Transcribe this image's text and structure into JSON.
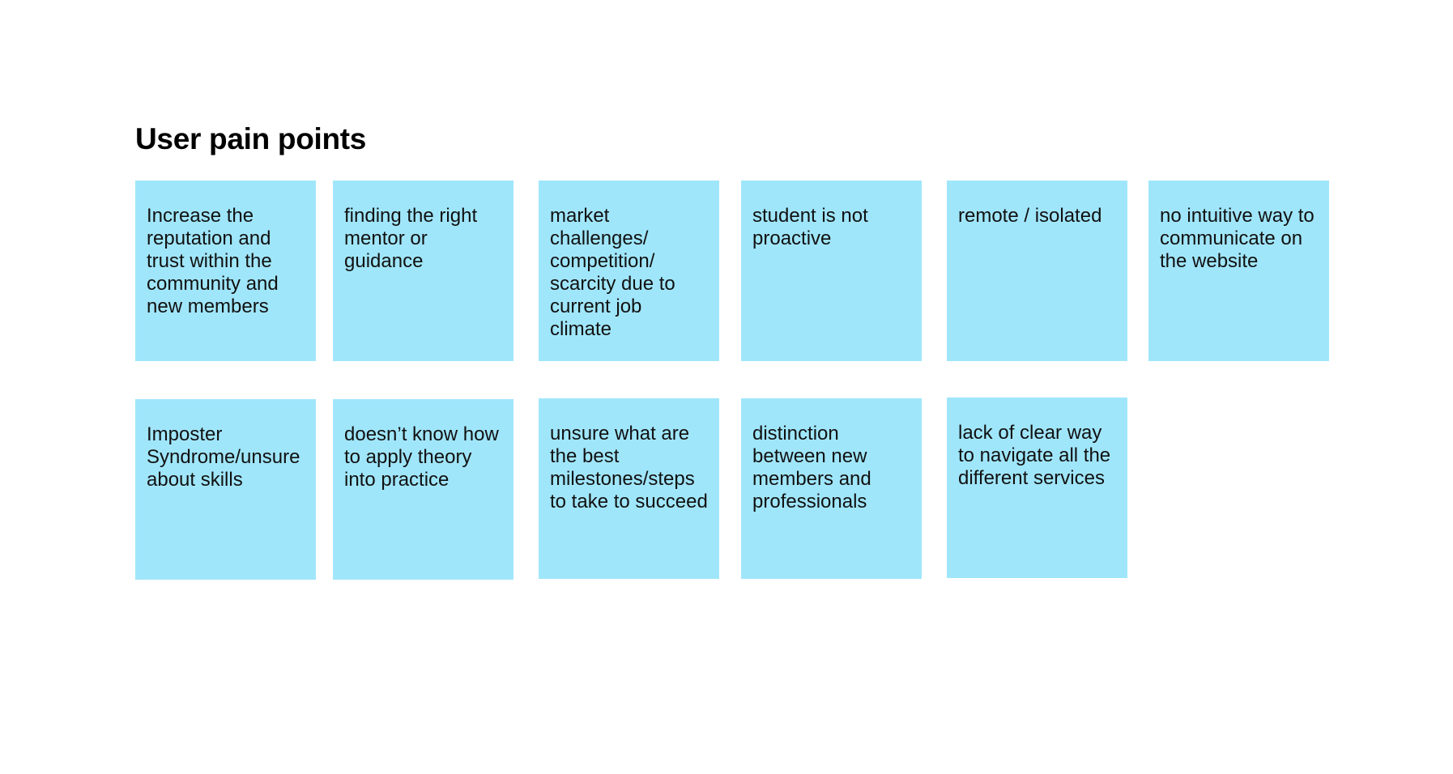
{
  "title": "User pain points",
  "note_color": "#a0e6fb",
  "notes": [
    {
      "text": "Increase the reputation and trust within the community and new members"
    },
    {
      "text": "finding the right mentor or guidance"
    },
    {
      "text": "market challenges/ competition/ scarcity due to current job climate"
    },
    {
      "text": "student is not proactive"
    },
    {
      "text": "remote / isolated"
    },
    {
      "text": "no intuitive way to communicate on the website"
    },
    {
      "text": "Imposter Syndrome/unsure about skills"
    },
    {
      "text": "doesn’t know how to apply theory into practice"
    },
    {
      "text": "unsure what are the best milestones/steps to take to succeed"
    },
    {
      "text": "distinction between new members and professionals"
    },
    {
      "text": "lack of clear way to navigate all the different services"
    }
  ]
}
